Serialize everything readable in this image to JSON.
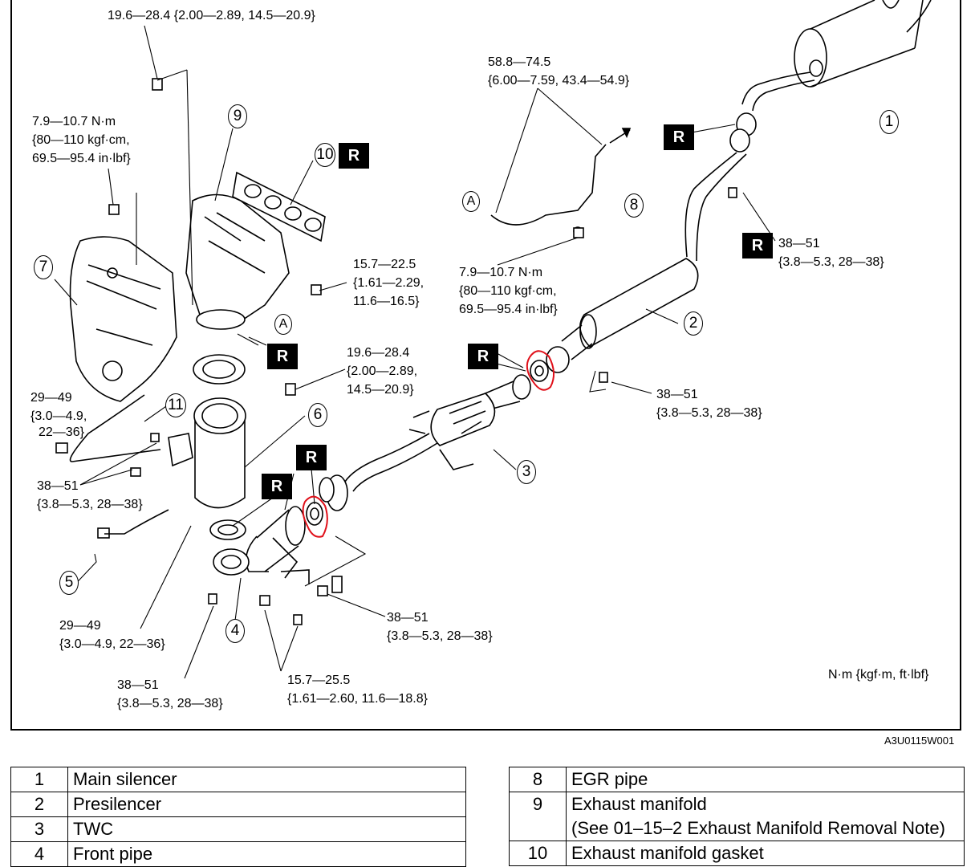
{
  "figure_code": "A3U0115W001",
  "unit_note": "N·m {kgf·m, ft·lbf}",
  "torques": {
    "t_top": "19.6—28.4 {2.00—2.89, 14.5—20.9}",
    "t_upper_left_1": "7.9—10.7 N·m",
    "t_upper_left_2": "{80—110 kgf·cm,",
    "t_upper_left_3": "69.5—95.4 in·lbf}",
    "t_egr_top_1": "58.8—74.5",
    "t_egr_top_2": "{6.00—7.59, 43.4—54.9}",
    "t_egr_low_1": "7.9—10.7 N·m",
    "t_egr_low_2": "{80—110 kgf·cm,",
    "t_egr_low_3": "69.5—95.4 in·lbf}",
    "t_mani_1": "15.7—22.5",
    "t_mani_2": "{1.61—2.29,",
    "t_mani_3": "11.6—16.5}",
    "t_cat_1": "19.6—28.4",
    "t_cat_2": "{2.00—2.89,",
    "t_cat_3": "14.5—20.9}",
    "t_right_1": "38—51",
    "t_right_2": "{3.8—5.3, 28—38}",
    "t_mid_right_1": "38—51",
    "t_mid_right_2": "{3.8—5.3, 28—38}",
    "t_sensor_1": "29—49",
    "t_sensor_2": "{3.0—4.9,",
    "t_sensor_3": "22—36}",
    "t_left_1": "38—51",
    "t_left_2": "{3.8—5.3, 28—38}",
    "t_sensor2_1": "29—49",
    "t_sensor2_2": "{3.0—4.9, 22—36}",
    "t_bottom_left_1": "38—51",
    "t_bottom_left_2": "{3.8—5.3, 28—38}",
    "t_bottom_mid_1": "15.7—25.5",
    "t_bottom_mid_2": "{1.61—2.60, 11.6—18.8}",
    "t_front_1": "38—51",
    "t_front_2": "{3.8—5.3, 28—38}"
  },
  "callouts": {
    "c1": "1",
    "c2": "2",
    "c3": "3",
    "c4": "4",
    "c5": "5",
    "c6": "6",
    "c7": "7",
    "c8": "8",
    "c9": "9",
    "c10": "10",
    "c11": "11",
    "cA1": "A",
    "cA2": "A"
  },
  "replace_badge": "R",
  "parts_left": [
    {
      "no": "1",
      "name": "Main silencer"
    },
    {
      "no": "2",
      "name": "Presilencer"
    },
    {
      "no": "3",
      "name": "TWC"
    },
    {
      "no": "4",
      "name": "Front pipe"
    }
  ],
  "parts_right": [
    {
      "no": "8",
      "name": "EGR pipe",
      "note": ""
    },
    {
      "no": "9",
      "name": "Exhaust manifold",
      "note": "(See 01–15–2 Exhaust Manifold Removal Note)"
    },
    {
      "no": "10",
      "name": "Exhaust manifold gasket",
      "note": ""
    }
  ]
}
